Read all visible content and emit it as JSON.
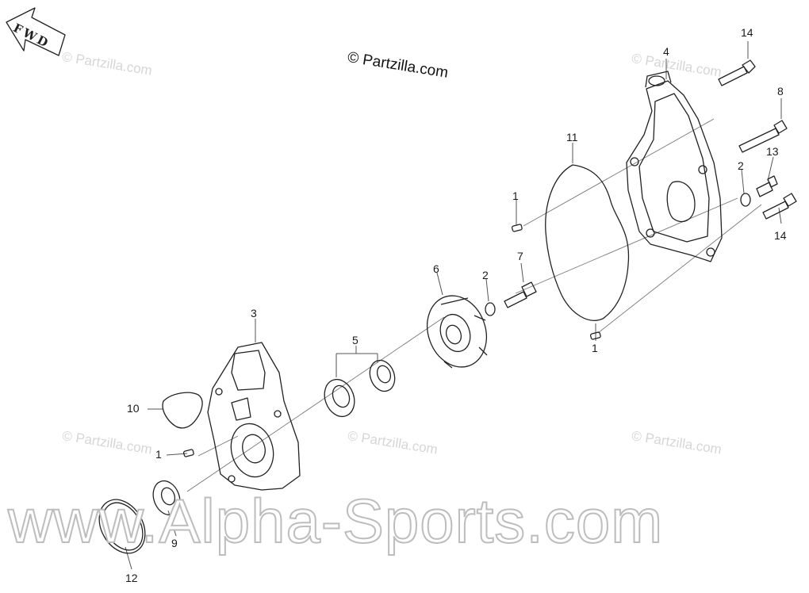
{
  "direction_label": "FWD",
  "copyright": "© Partzilla.com",
  "watermark": "© Partzilla.com",
  "site_watermark": "www.Alpha-Sports.com",
  "callouts": {
    "c1_top": "1",
    "c1_right": "1",
    "c1_left": "1",
    "c2_right": "2",
    "c2_mid": "2",
    "c3": "3",
    "c4": "4",
    "c5": "5",
    "c6": "6",
    "c7": "7",
    "c8": "8",
    "c9": "9",
    "c10": "10",
    "c11": "11",
    "c12": "12",
    "c13": "13",
    "c14_top": "14",
    "c14_bottom": "14"
  }
}
